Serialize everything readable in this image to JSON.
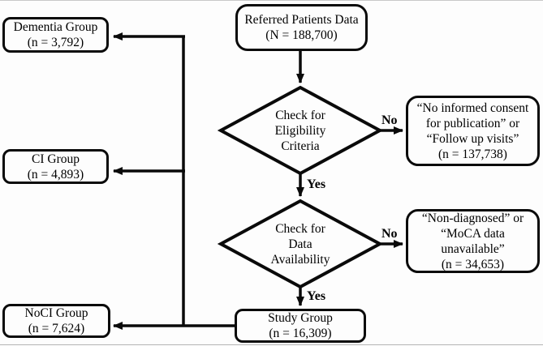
{
  "flowchart": {
    "nodes": {
      "referred": {
        "lines": [
          "Referred Patients Data",
          "(N = 188,700)"
        ]
      },
      "eligibility": {
        "lines": [
          "Check for",
          "Eligibility",
          "Criteria"
        ]
      },
      "no_consent": {
        "lines": [
          "“No informed consent",
          "for publication” or",
          "“Follow up visits”",
          "(n = 137,738)"
        ]
      },
      "availability": {
        "lines": [
          "Check for",
          "Data",
          "Availability"
        ]
      },
      "non_diagnosed": {
        "lines": [
          "“Non-diagnosed” or",
          "“MoCA data",
          "unavailable”",
          "(n = 34,653)"
        ]
      },
      "study": {
        "lines": [
          "Study Group",
          "(n = 16,309)"
        ]
      },
      "dementia": {
        "lines": [
          "Dementia Group",
          "(n = 3,792)"
        ]
      },
      "ci": {
        "lines": [
          "CI Group",
          "(n = 4,893)"
        ]
      },
      "noci": {
        "lines": [
          "NoCI Group",
          "(n = 7,624)"
        ]
      }
    },
    "edge_labels": {
      "eligibility_no": "No",
      "eligibility_yes": "Yes",
      "availability_no": "No",
      "availability_yes": "Yes"
    },
    "colors": {
      "stroke": "#0a0a0a",
      "background": "#fdfdfd",
      "text": "#000000"
    }
  }
}
